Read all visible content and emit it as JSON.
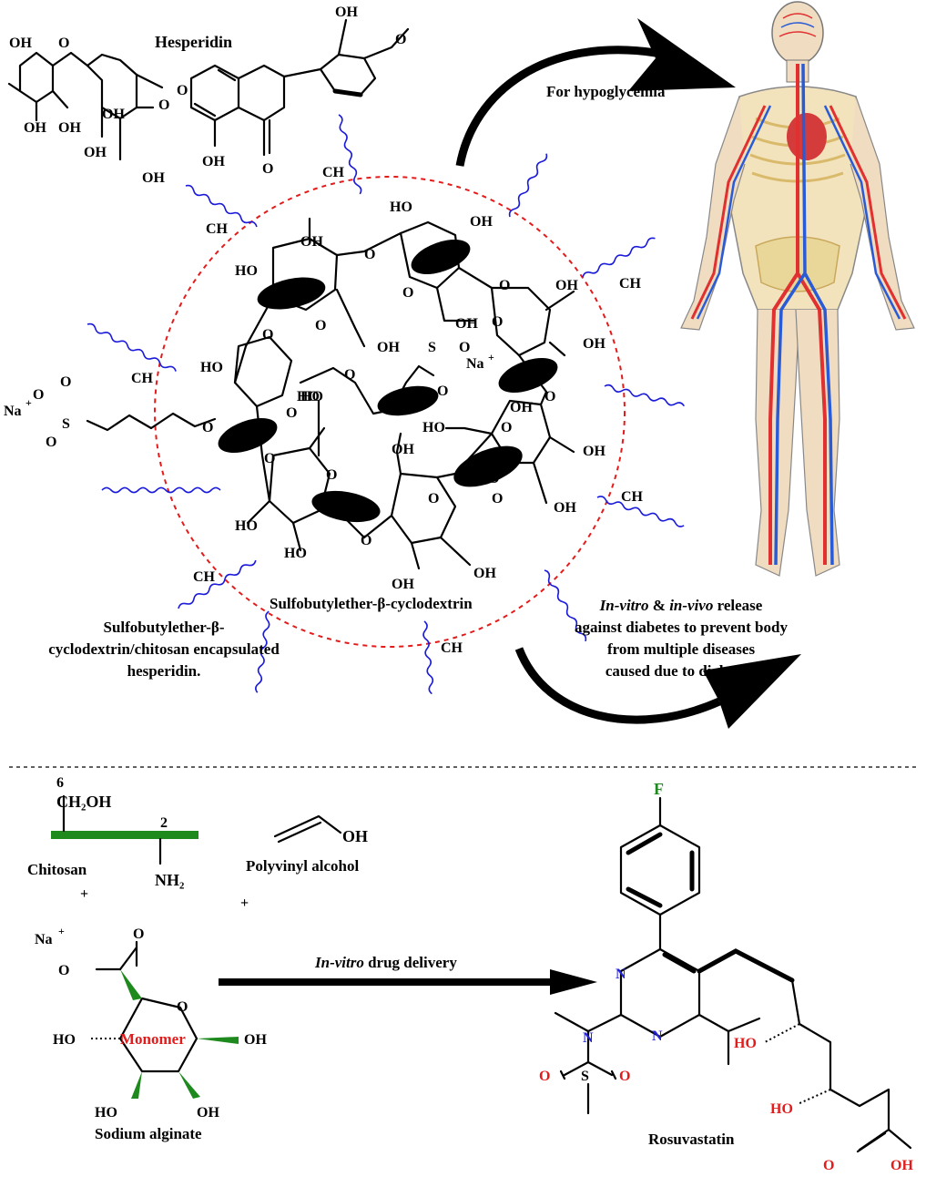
{
  "top": {
    "hesperidin_label": "Hesperidin",
    "hypoglycemia_label": "For hypoglycemia",
    "sbe_label": "Sulfobutylether-β-cyclodextrin",
    "encapsulated_label": [
      "Sulfobutylether-β-",
      "cyclodextrin/chitosan encapsulated",
      "hesperidin."
    ],
    "release_label": {
      "line1_a": "In-vitro",
      "line1_b": " & ",
      "line1_c": "in-vivo",
      "line1_d": " release",
      "line2": "against diabetes to prevent body",
      "line3": "from multiple diseases",
      "line4": "caused due to diabetes."
    },
    "ch_label": "CH",
    "oh": "OH",
    "ho": "HO",
    "o": "O",
    "na": "Na",
    "s": "S"
  },
  "bottom": {
    "chitosan_label": "Chitosan",
    "pva_label": "Polyvinyl alcohol",
    "alginate_label": "Sodium alginate",
    "monomer_label": "Monomer",
    "arrow_label_a": "In-vitro",
    "arrow_label_b": " drug delivery",
    "rosuvastatin_label": "Rosuvastatin",
    "ch2oh": "CH₂OH",
    "nh2": "NH₂",
    "six": "6",
    "two": "2",
    "plus": "+",
    "f": "F",
    "n": "N"
  },
  "colors": {
    "ring_dash": "#e41b1b",
    "wave": "#1a1adb",
    "green": "#1e8a1e",
    "red": "#e41b1b",
    "blue": "#2323d8"
  },
  "icons": [
    "body-circulation-icon",
    "curved-arrow-icon",
    "straight-arrow-icon"
  ]
}
